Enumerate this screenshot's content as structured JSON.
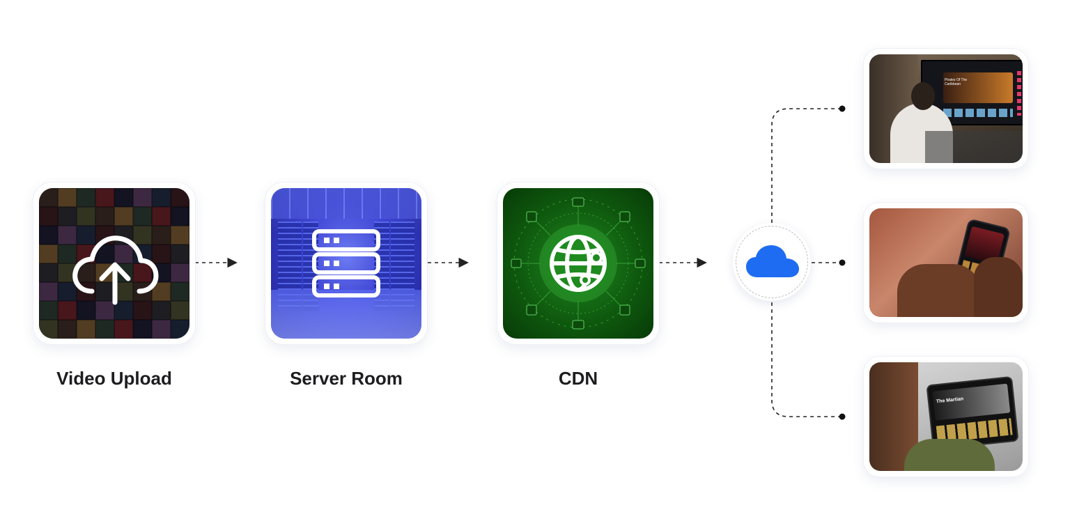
{
  "stages": [
    {
      "id": "video-upload",
      "label": "Video Upload",
      "icon": "cloud-upload-icon"
    },
    {
      "id": "server-room",
      "label": "Server Room",
      "icon": "server-stack-icon"
    },
    {
      "id": "cdn",
      "label": "CDN",
      "icon": "globe-network-icon"
    }
  ],
  "hub_icon": "cloud-icon",
  "devices": [
    {
      "id": "tv",
      "icon": "tv-viewer-photo",
      "screen_text": "Pirates Of The Caribbean"
    },
    {
      "id": "phone",
      "icon": "phone-viewer-photo"
    },
    {
      "id": "tablet",
      "icon": "tablet-viewer-photo",
      "screen_text": "The Martian"
    }
  ],
  "colors": {
    "server_blue": "#3a3fd0",
    "cdn_green": "#1f8a1f",
    "hub_cloud": "#1e6cf2",
    "connector": "#222222"
  }
}
